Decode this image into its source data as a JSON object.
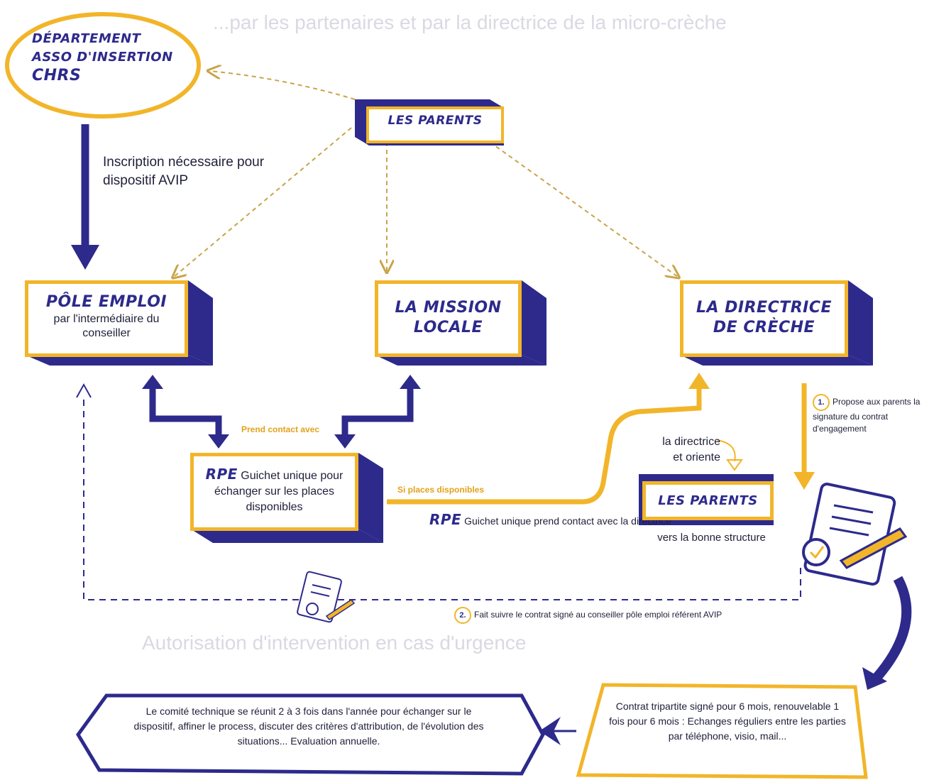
{
  "background_text": {
    "line1": "...par les partenaires et par la directrice de la micro-crèche",
    "line2": "Autorisation d'intervention en cas d'urgence"
  },
  "nodes": {
    "departement": [
      "DÉPARTEMENT",
      "ASSO D'INSERTION",
      "CHRS"
    ],
    "parents_top": "LES PARENTS",
    "pole_emploi": {
      "title": "PÔLE EMPLOI",
      "sub": "par l'intermédiaire du conseiller"
    },
    "mission_locale": {
      "line1": "LA MISSION",
      "line2": "LOCALE"
    },
    "directrice": {
      "line1": "LA DIRECTRICE",
      "line2": "DE CRÈCHE"
    },
    "rpe": {
      "abbr": "RPE",
      "text": "Guichet unique pour échanger sur les places disponibles"
    },
    "parents_bottom": {
      "title": "LES PARENTS",
      "sub": "vers la bonne structure"
    }
  },
  "labels": {
    "inscription": "Inscription nécessaire pour dispositif AVIP",
    "prend_contact": "Prend contact avec",
    "si_places": "Si places disponibles",
    "rpe_contact": {
      "abbr": "RPE",
      "text": "Guichet unique prend contact avec la directrice"
    },
    "oriente": {
      "line1": "la directrice",
      "line2": "et oriente"
    },
    "step1": {
      "num": "1.",
      "text": "Propose aux parents la signature du contrat d'engagement"
    },
    "step2": {
      "num": "2.",
      "text": "Fait suivre le contrat signé au conseiller pôle emploi référent AVIP"
    },
    "contrat": "Contrat tripartite signé pour 6 mois, renouvelable 1 fois pour 6 mois : Echanges réguliers entre les parties par téléphone, visio, mail...",
    "comite": "Le comité technique se réunit 2 à 3 fois dans l'année pour échanger sur le dispositif, affiner le process, discuter des critères d'attribution, de l'évolution des situations... Evaluation annuelle."
  },
  "colors": {
    "navy": "#2d2a8c",
    "yellow": "#f2b52a",
    "text": "#1f1f3a"
  },
  "icons": [
    "contract-signature-icon",
    "small-contract-icon",
    "curved-arrow-icon"
  ]
}
